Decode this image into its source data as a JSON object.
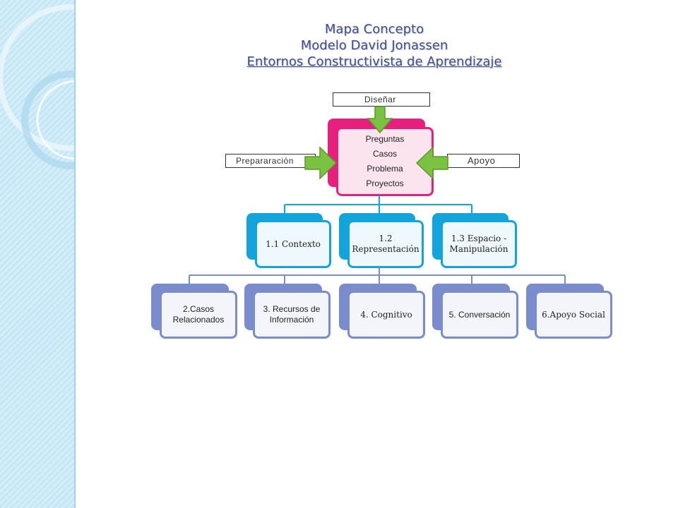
{
  "title": {
    "line1": "Mapa Concepto",
    "line2": "Modelo David Jonassen",
    "line3": "Entornos Constructivista de Aprendizaje"
  },
  "labels": {
    "top": "Diseñar",
    "left": "Preparаración",
    "right": "Apoyo"
  },
  "root": {
    "lines": [
      "Preguntas",
      "Casos",
      "Problema",
      "Proyectos"
    ]
  },
  "level1": [
    "1.1 Contexto",
    "1.2 Representación",
    "1.3 Espacio - Manipulación"
  ],
  "level2": [
    "2.Casos Relacionados",
    "3. Recursos de Información",
    "4. Cognitivo",
    "5. Conversación",
    "6.Apoyo Social"
  ],
  "colors": {
    "root": "#e8207d",
    "level1": "#14a4dc",
    "level2": "#7b8ccc",
    "arrow": "#7cc242",
    "title": "#3c4f93"
  }
}
